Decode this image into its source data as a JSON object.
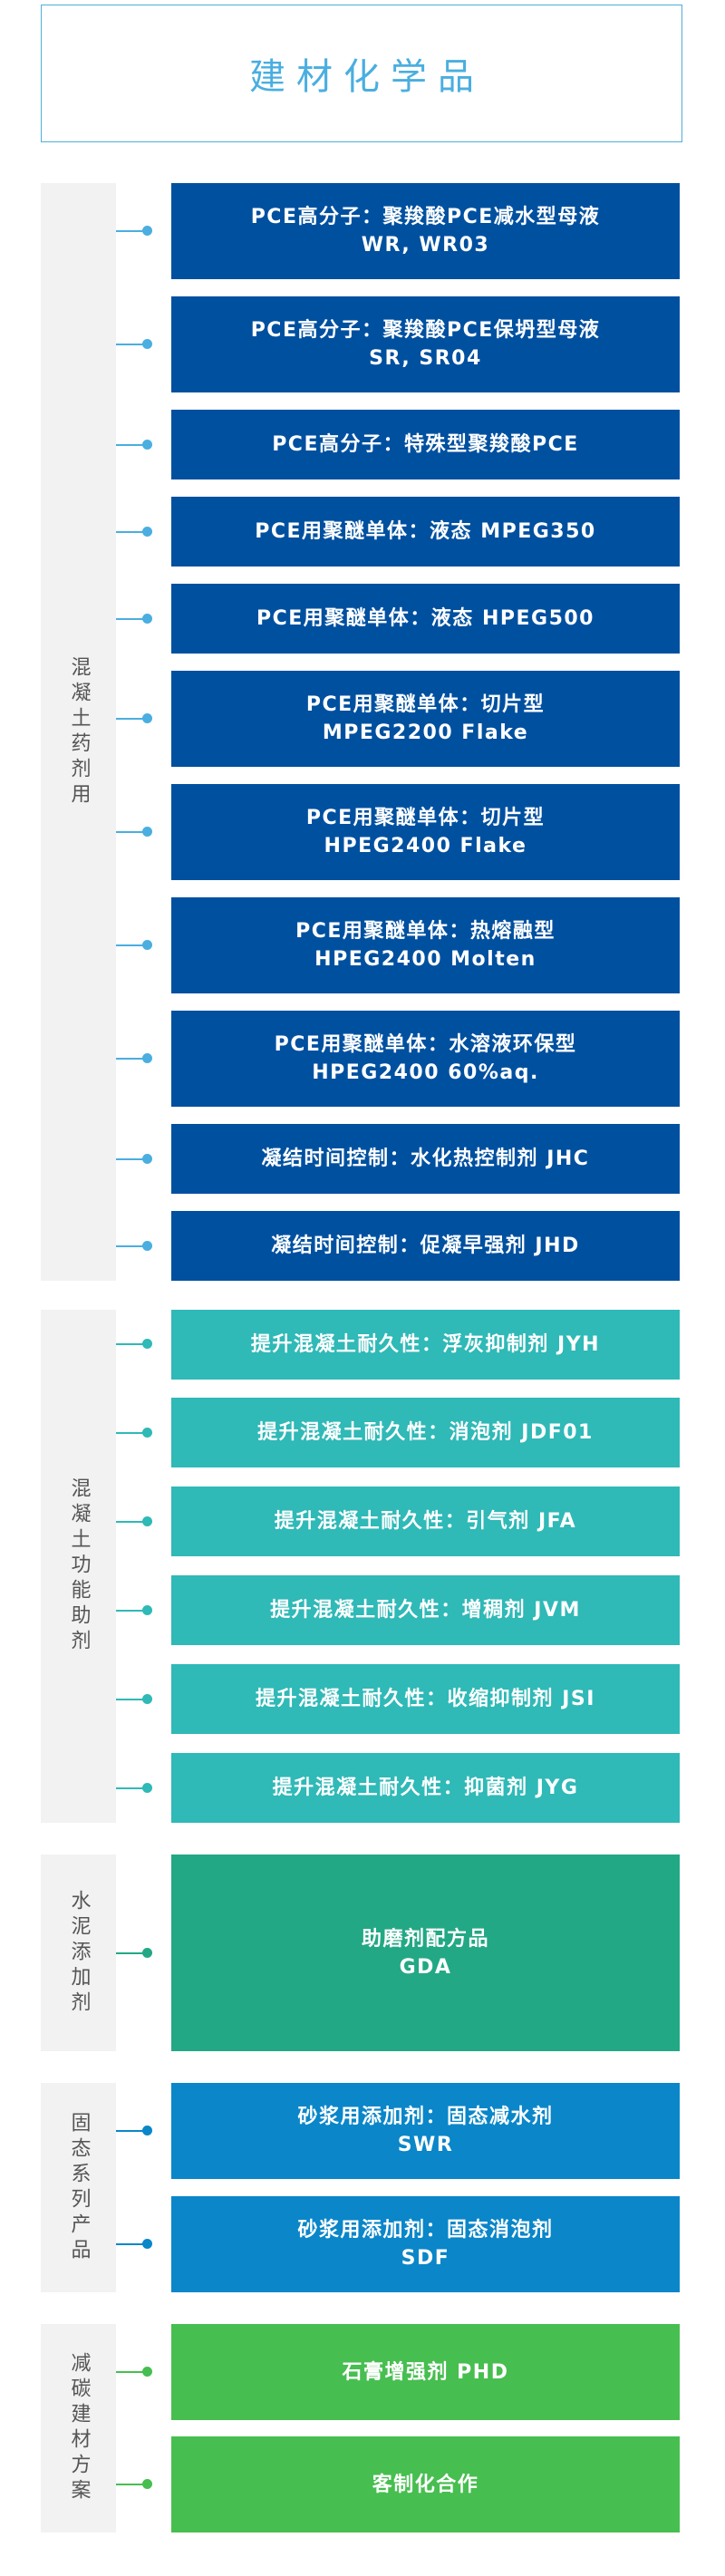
{
  "header": {
    "title": "建材化学品"
  },
  "colors": {
    "title": "#4aaee0",
    "group1": "#0050a0",
    "group1_connector": "#4aaee0",
    "group2": "#2fb9b7",
    "group3": "#22a884",
    "group4": "#0a86c9",
    "group5": "#47be50",
    "sidebar": "#f2f2f2"
  },
  "groups": [
    {
      "label": "混凝土药剂用",
      "items": [
        {
          "line1": "PCE高分子：聚羧酸PCE减水型母液",
          "line2": "WR, WR03"
        },
        {
          "line1": "PCE高分子：聚羧酸PCE保坍型母液",
          "line2": "SR, SR04"
        },
        {
          "line1": "PCE高分子：特殊型聚羧酸PCE",
          "line2": ""
        },
        {
          "line1": "PCE用聚醚单体：液态 MPEG350",
          "line2": ""
        },
        {
          "line1": "PCE用聚醚单体：液态 HPEG500",
          "line2": ""
        },
        {
          "line1": "PCE用聚醚单体：切片型",
          "line2": "MPEG2200 Flake"
        },
        {
          "line1": "PCE用聚醚单体：切片型",
          "line2": "HPEG2400 Flake"
        },
        {
          "line1": "PCE用聚醚单体：热熔融型",
          "line2": "HPEG2400 Molten"
        },
        {
          "line1": "PCE用聚醚单体：水溶液环保型",
          "line2": "HPEG2400 60%aq."
        },
        {
          "line1": "凝结时间控制：水化热控制剂 JHC",
          "line2": ""
        },
        {
          "line1": "凝结时间控制：促凝早强剂 JHD",
          "line2": ""
        }
      ]
    },
    {
      "label": "混凝土功能助剂",
      "items": [
        {
          "line1": "提升混凝土耐久性：浮灰抑制剂 JYH",
          "line2": ""
        },
        {
          "line1": "提升混凝土耐久性：消泡剂 JDF01",
          "line2": ""
        },
        {
          "line1": "提升混凝土耐久性：引气剂 JFA",
          "line2": ""
        },
        {
          "line1": "提升混凝土耐久性：增稠剂 JVM",
          "line2": ""
        },
        {
          "line1": "提升混凝土耐久性：收缩抑制剂 JSI",
          "line2": ""
        },
        {
          "line1": "提升混凝土耐久性：抑菌剂 JYG",
          "line2": ""
        }
      ]
    },
    {
      "label": "水泥添加剂",
      "items": [
        {
          "line1": "助磨剂配方品",
          "line2": "GDA"
        }
      ]
    },
    {
      "label": "固态系列产品",
      "items": [
        {
          "line1": "砂浆用添加剂：固态减水剂",
          "line2": "SWR"
        },
        {
          "line1": "砂浆用添加剂：固态消泡剂",
          "line2": "SDF"
        }
      ]
    },
    {
      "label": "减碳建材方案",
      "items": [
        {
          "line1": "石膏增强剂 PHD",
          "line2": ""
        },
        {
          "line1": "客制化合作",
          "line2": ""
        }
      ]
    }
  ]
}
